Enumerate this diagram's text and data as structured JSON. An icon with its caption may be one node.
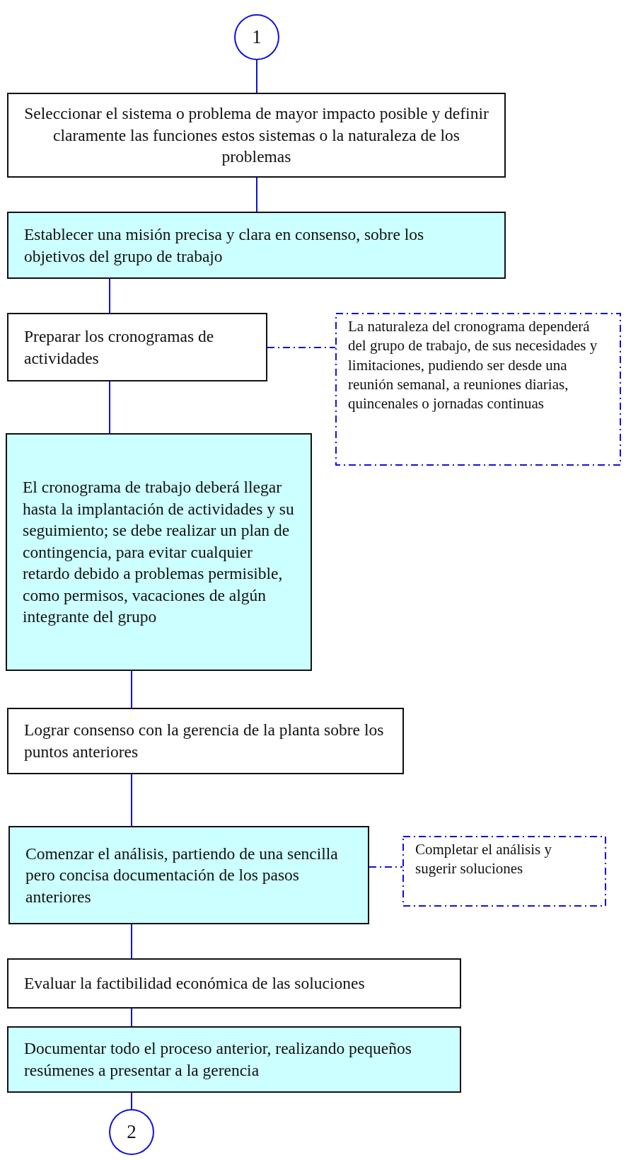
{
  "diagram": {
    "nodes": [
      {
        "text": [
          "1"
        ]
      },
      {
        "text": [
          "Seleccionar el sistema o problema de mayor impacto posible y definir claramente las funciones estos sistemas o la naturaleza de los problemas"
        ]
      },
      {
        "text": [
          "Establecer una misión precisa y clara en consenso, sobre los objetivos del grupo de trabajo"
        ]
      },
      {
        "text": [
          "Preparar los cronogramas de actividades"
        ]
      },
      {
        "text": [
          "La naturaleza del cronograma dependerá del grupo de trabajo, de sus necesidades y limitaciones, pudiendo ser desde una reunión semanal, a reuniones diarias, quincenales o jornadas continuas"
        ]
      },
      {
        "text": [
          "El cronograma de trabajo deberá llegar hasta la implantación de actividades y su seguimiento; se debe realizar un plan de contingencia, para evitar cualquier retardo debido a problemas permisible, como permisos, vacaciones de algún integrante del grupo"
        ]
      },
      {
        "text": [
          "Lograr consenso con la gerencia de la planta sobre los puntos anteriores"
        ]
      },
      {
        "text": [
          "Comenzar el análisis, partiendo de una sencilla pero concisa documentación de los pasos anteriores"
        ]
      },
      {
        "text": [
          "Completar el análisis y sugerir soluciones"
        ]
      },
      {
        "text": [
          "Evaluar la factibilidad económica de las soluciones"
        ]
      },
      {
        "text": [
          "Documentar todo el proceso anterior, realizando pequeños resúmenes a presentar a la gerencia"
        ]
      },
      {
        "text": [
          "2"
        ]
      }
    ],
    "edges": [
      {
        "from": 0,
        "to": 1,
        "arrow": "none"
      },
      {
        "from": 1,
        "to": 2,
        "arrow": "none"
      },
      {
        "from": 2,
        "to": 3,
        "arrow": "none"
      },
      {
        "from": 3,
        "to": 4,
        "arrow": "none",
        "style": "dashed"
      },
      {
        "from": 3,
        "to": 5,
        "arrow": "none"
      },
      {
        "from": 5,
        "to": 6,
        "arrow": "none"
      },
      {
        "from": 6,
        "to": 7,
        "arrow": "none"
      },
      {
        "from": 7,
        "to": 8,
        "arrow": "none",
        "style": "dashed"
      },
      {
        "from": 7,
        "to": 9,
        "arrow": "none"
      },
      {
        "from": 9,
        "to": 10,
        "arrow": "none"
      },
      {
        "from": 10,
        "to": 11,
        "arrow": "none"
      }
    ]
  }
}
